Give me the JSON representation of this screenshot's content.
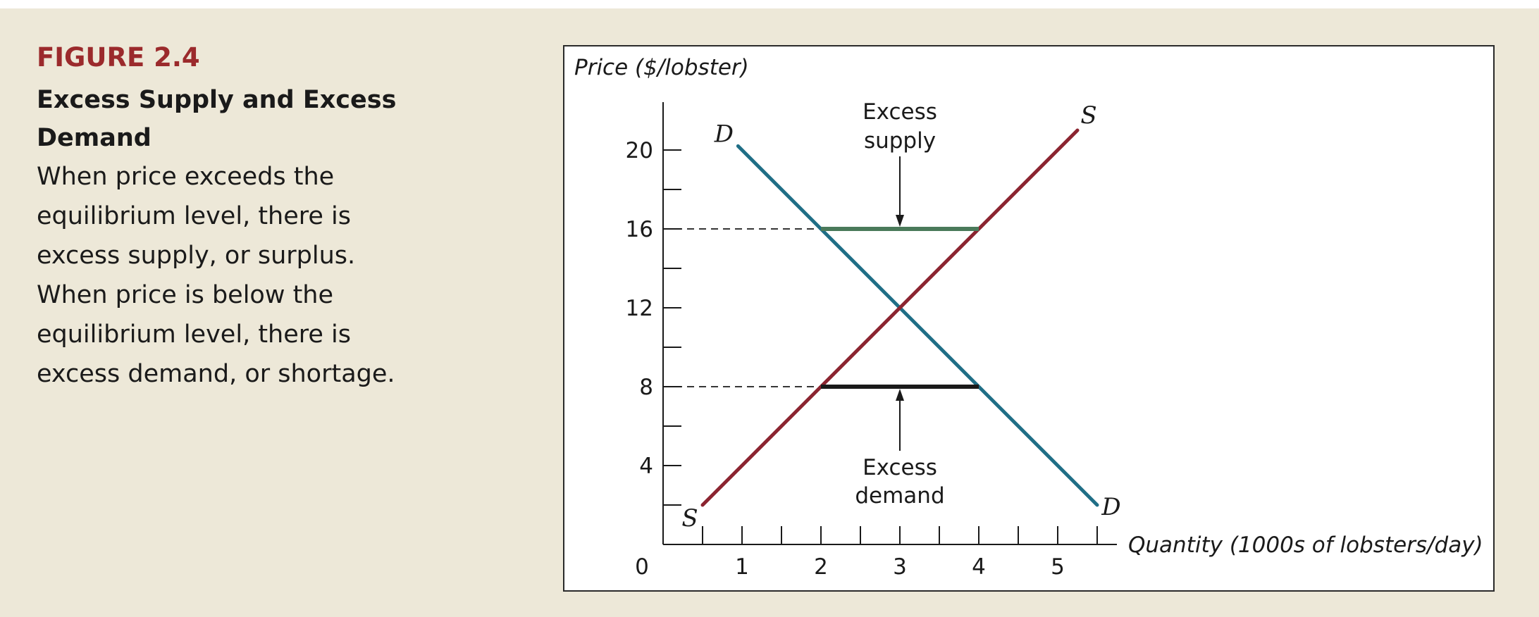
{
  "caption": {
    "figure_number": "FIGURE 2.4",
    "title": "Excess Supply and Excess Demand",
    "text": "When price exceeds the equilibrium level, there is excess supply, or surplus. When price is below the equilibrium level, there is excess demand, or shortage."
  },
  "colors": {
    "panel_background": "#ede8d8",
    "figure_number": "#9b2a2c",
    "supply": "#8b2430",
    "demand": "#1f6e86",
    "excess_supply": "#4a7a5a",
    "excess_demand": "#1a1a1a"
  },
  "chart_data": {
    "type": "line",
    "ylabel": "Price ($/lobster)",
    "xlabel": "Quantity (1000s of lobsters/day)",
    "origin_label": "0",
    "xlim": [
      0,
      5.75
    ],
    "ylim": [
      0,
      23
    ],
    "x_ticks": [
      0.5,
      1,
      1.5,
      2,
      2.5,
      3,
      3.5,
      4,
      4.5,
      5,
      5.5
    ],
    "x_tick_labels": [
      {
        "value": 1,
        "label": "1"
      },
      {
        "value": 2,
        "label": "2"
      },
      {
        "value": 3,
        "label": "3"
      },
      {
        "value": 4,
        "label": "4"
      },
      {
        "value": 5,
        "label": "5"
      }
    ],
    "y_ticks": [
      2,
      4,
      6,
      8,
      10,
      12,
      14,
      16,
      18,
      20
    ],
    "y_tick_labels": [
      {
        "value": 4,
        "label": "4"
      },
      {
        "value": 8,
        "label": "8"
      },
      {
        "value": 12,
        "label": "12"
      },
      {
        "value": 16,
        "label": "16"
      },
      {
        "value": 20,
        "label": "20"
      }
    ],
    "series": [
      {
        "id": "supply",
        "x": [
          0.5,
          5.25
        ],
        "y": [
          2,
          21
        ],
        "labels": [
          "S",
          "S"
        ]
      },
      {
        "id": "demand",
        "x": [
          0.95,
          5.5
        ],
        "y": [
          20.2,
          2
        ],
        "labels": [
          "D",
          "D"
        ]
      }
    ],
    "reference_lines": [
      {
        "id": "excess-supply",
        "y": 16,
        "x_from": 2,
        "x_to": 4,
        "dashed_to_axis": true
      },
      {
        "id": "excess-demand",
        "y": 8,
        "x_from": 2,
        "x_to": 4,
        "dashed_to_axis": true
      }
    ],
    "annotations": [
      {
        "id": "excess-supply-label",
        "lines": [
          "Excess",
          "supply"
        ]
      },
      {
        "id": "excess-demand-label",
        "lines": [
          "Excess",
          "demand"
        ]
      }
    ]
  }
}
